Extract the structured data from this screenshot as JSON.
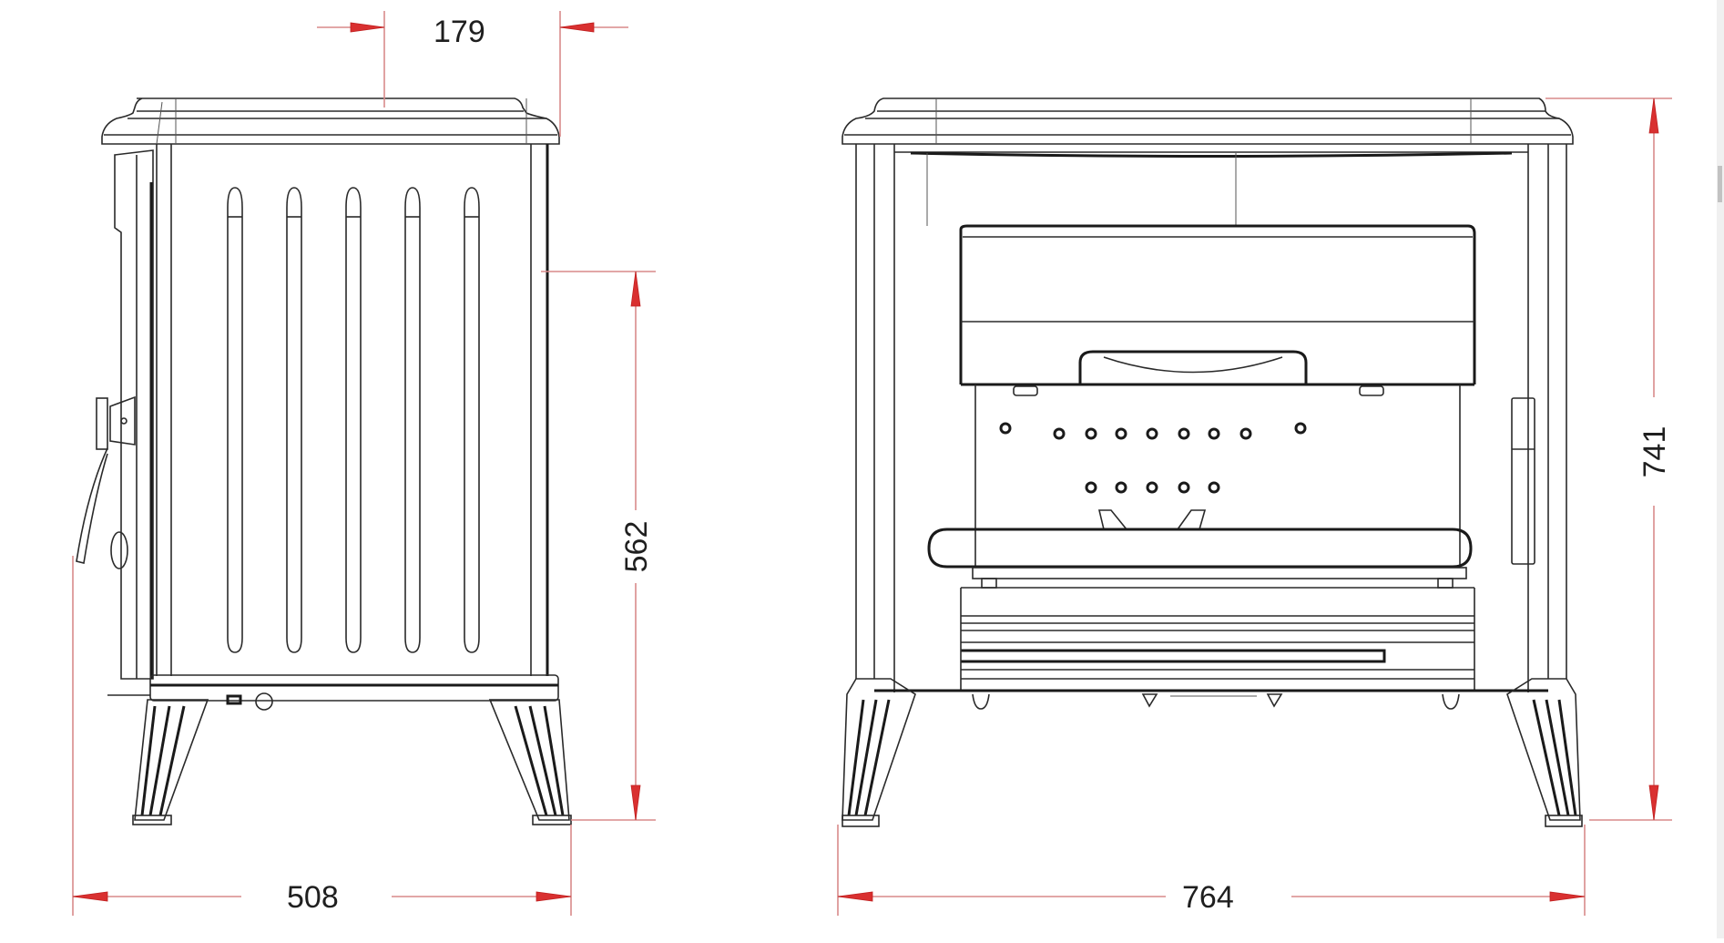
{
  "drawing": {
    "type": "technical dimension drawing",
    "subject": "cast iron stove",
    "units": "mm",
    "views": [
      {
        "name": "side view",
        "position": "left"
      },
      {
        "name": "front view",
        "position": "right"
      }
    ]
  },
  "dimensions": {
    "flue_offset": "179",
    "side_depth": "508",
    "flue_height": "562",
    "front_width": "764",
    "overall_height": "741"
  },
  "colors": {
    "line": "#2a2a2a",
    "dimension_line": "#d98a8a",
    "arrow": "#d93030",
    "background": "#ffffff",
    "scrollbar_track": "#f0f0f0",
    "scrollbar_thumb": "#c2c2c2"
  }
}
